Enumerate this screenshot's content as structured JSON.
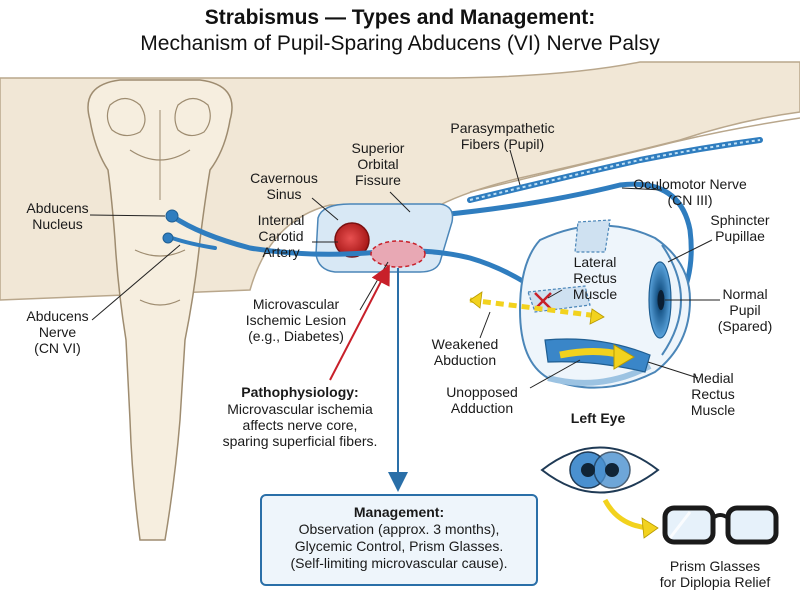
{
  "title": {
    "line1": "Strabismus — Types and Management:",
    "line2": "Mechanism of Pupil-Sparing Abducens (VI) Nerve Palsy"
  },
  "labels": {
    "abducens_nucleus": "Abducens\nNucleus",
    "abducens_nerve": "Abducens\nNerve\n(CN VI)",
    "cavernous_sinus": "Cavernous\nSinus",
    "internal_carotid": "Internal\nCarotid\nArtery",
    "superior_orbital_fissure": "Superior\nOrbital\nFissure",
    "parasympathetic_fibers": "Parasympathetic\nFibers (Pupil)",
    "oculomotor_nerve": "Oculomotor Nerve\n(CN III)",
    "sphincter_pupillae": "Sphincter\nPupillae",
    "normal_pupil": "Normal\nPupil\n(Spared)",
    "lateral_rectus": "Lateral\nRectus\nMuscle",
    "medial_rectus": "Medial\nRectus\nMuscle",
    "microvascular_lesion": "Microvascular\nIschemic Lesion\n(e.g., Diabetes)",
    "weakened_abduction": "Weakened\nAbduction",
    "unopposed_adduction": "Unopposed\nAdduction",
    "left_eye": "Left Eye",
    "prism_glasses": "Prism Glasses\nfor Diplopia Relief"
  },
  "pathophysiology": {
    "heading": "Pathophysiology:",
    "body": "Microvascular ischemia\naffects nerve core,\nsparing superficial fibers."
  },
  "management": {
    "heading": "Management:",
    "body": "Observation (approx. 3 months),\nGlycemic Control, Prism Glasses.\n(Self-limiting microvascular cause)."
  },
  "colors": {
    "nerve": "#2f7dbf",
    "nerve_dark": "#1f5e92",
    "bone": "#f1e7d6",
    "bone_stroke": "#b9a78c",
    "sinus": "#d8e8f5",
    "artery": "#d42a2a",
    "lesion": "#e8a8b4",
    "pointer_red": "#c8202a",
    "arrow_yellow": "#f2d21e",
    "iris": "#3a86c8",
    "management_border": "#2a6fa8"
  }
}
